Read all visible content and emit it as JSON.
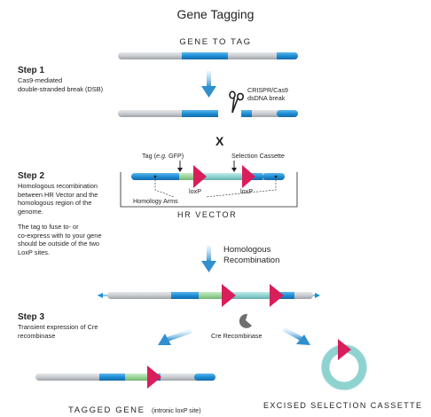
{
  "title": "Gene Tagging",
  "gene_to_tag_label": "GENE TO TAG",
  "steps": [
    {
      "heading": "Step 1",
      "lines": [
        "Cas9-mediated",
        "double-stranded break (DSB)"
      ]
    },
    {
      "heading": "Step 2",
      "lines": [
        "Homologous recombination",
        "between HR Vector and the",
        "homologous region of the",
        "genome."
      ],
      "note_lines": [
        "The tag to fuse to- or",
        "co-express with to your gene",
        "should be outside of the two",
        "LoxP sites."
      ]
    },
    {
      "heading": "Step 3",
      "lines": [
        "Transient expression of Cre",
        "recombinase"
      ]
    }
  ],
  "crispr_label_lines": [
    "CRISPR/Cas9",
    "dsDNA break"
  ],
  "x_mark": "X",
  "tag_label": {
    "prefix": "Tag (",
    "italic": "e.g.",
    "suffix": " GFP)"
  },
  "selection_cassette_label": "Selection Cassette",
  "loxp_label": "loxP",
  "homology_arms_label": "Homology Arms",
  "hr_vector_label": "HR VECTOR",
  "homologous_recombination_lines": [
    "Homologous",
    "Recombination"
  ],
  "cre_recombinase_label": "Cre Recombinase",
  "tagged_gene_label": "TAGGED GENE",
  "tagged_gene_note": "(intronic loxP site)",
  "excised_label": "EXCISED SELECTION CASSETTE",
  "colors": {
    "gene_blue": "#1e8fd4",
    "bar_grey": "#c9ccd0",
    "tag_green": "#9cd59b",
    "cassette_teal": "#8fd3d0",
    "loxp_red": "#d81e5b",
    "arrow_blue": "#2f8fcf",
    "cre_grey": "#6f6f6f"
  },
  "icons": [
    "scissors-icon",
    "down-arrow-icon",
    "cre-enzyme-icon",
    "circular-dna-icon"
  ]
}
